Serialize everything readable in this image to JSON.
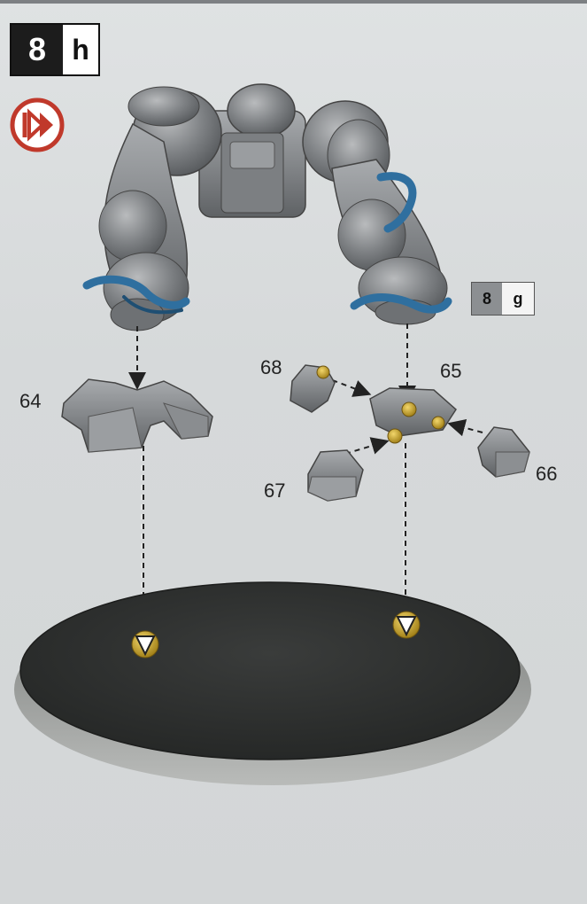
{
  "step": {
    "number": "8",
    "letter": "h"
  },
  "reference_step": {
    "number": "8",
    "letter": "g"
  },
  "parts": {
    "p64": "64",
    "p65": "65",
    "p66": "66",
    "p67": "67",
    "p68": "68"
  },
  "icons": {
    "next_step": "fast-forward-icon"
  },
  "colors": {
    "badge_dark": "#1c1c1c",
    "pipe_blue": "#2f6f9f",
    "peg_gold": "#c9a227",
    "base_dark": "#2e302f",
    "next_icon_red": "#c0392b"
  }
}
